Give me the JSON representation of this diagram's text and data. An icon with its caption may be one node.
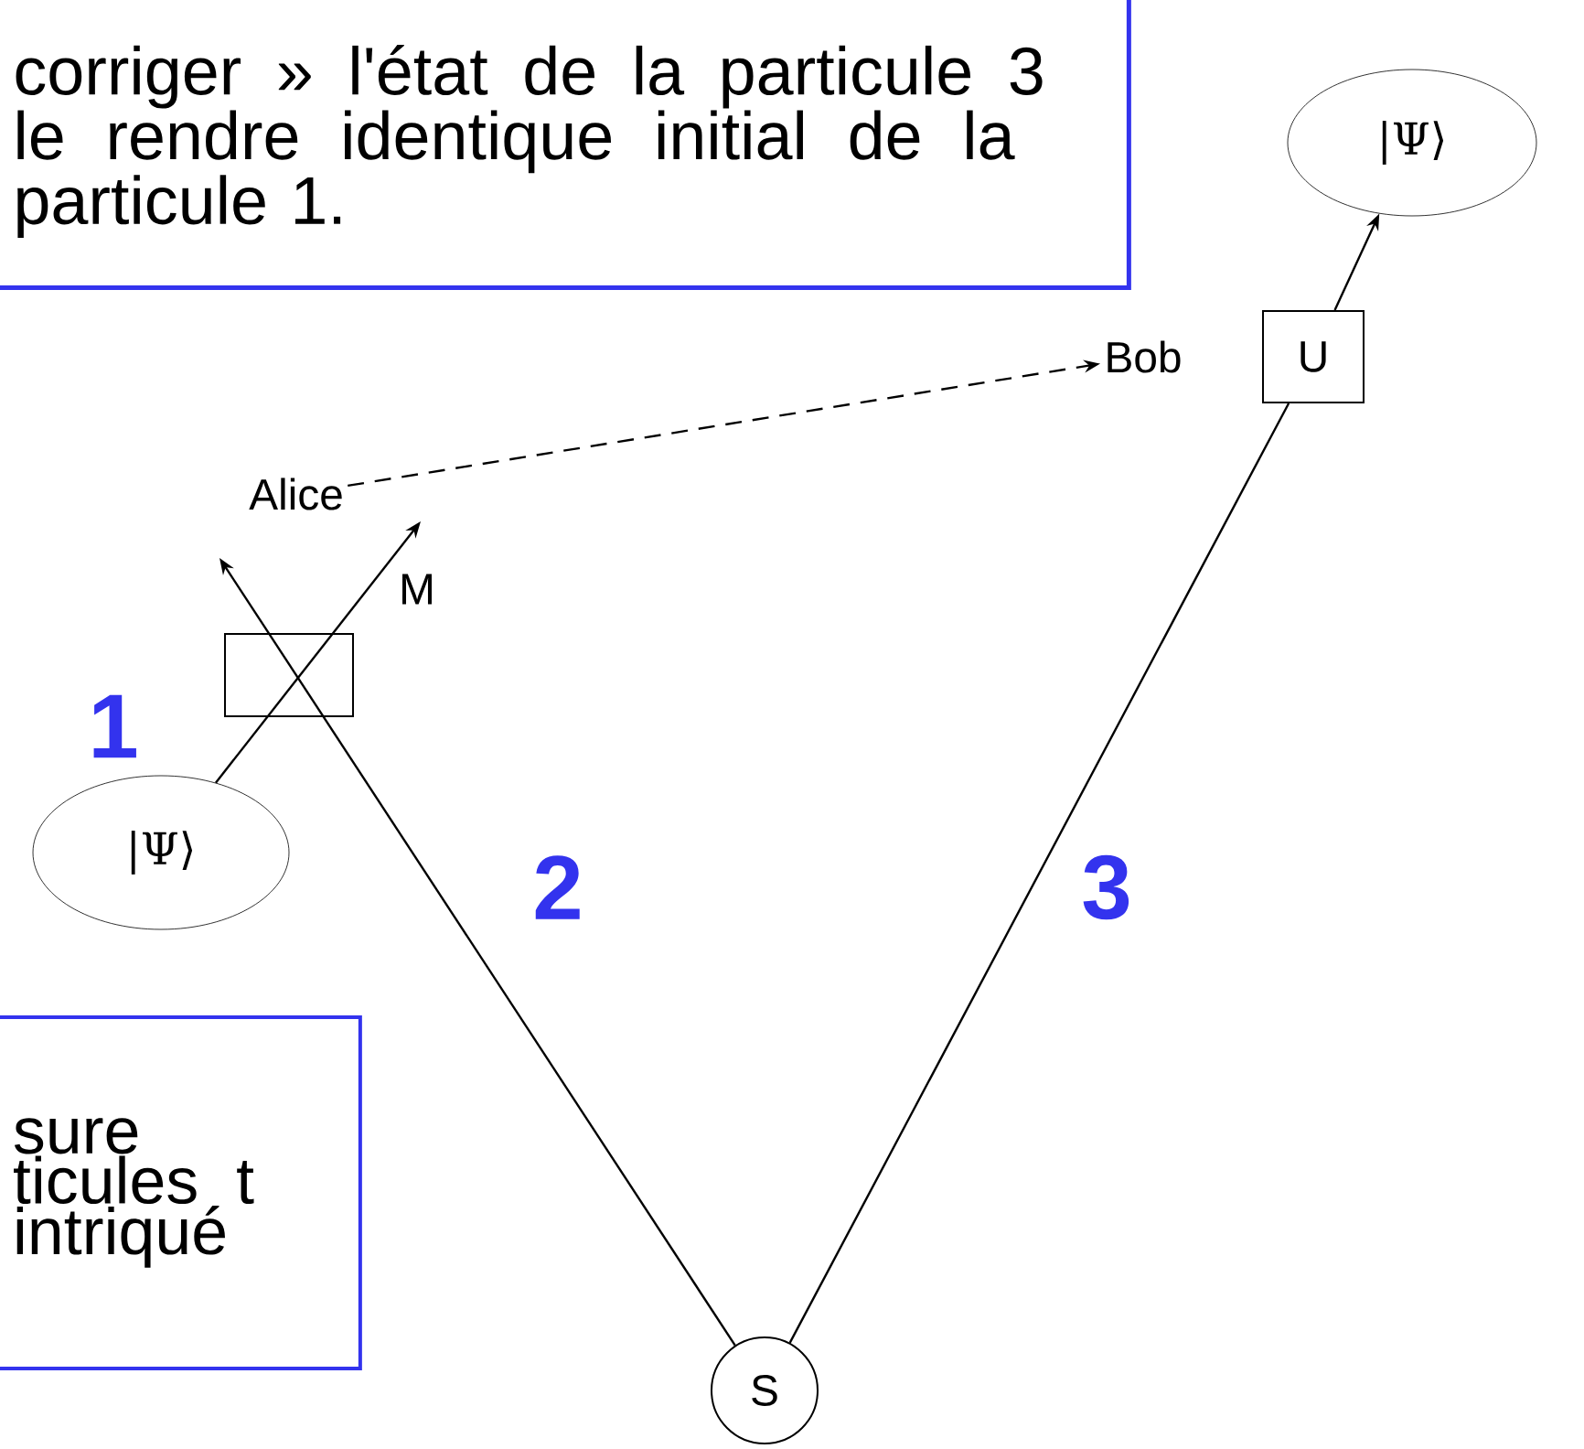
{
  "diagram": {
    "nodes": [
      {
        "text": [
          "corriger » l'état de la particule 3 le rendre identique initial de la particule 1."
        ]
      },
      {
        "text": [
          "|Ψ⟩"
        ]
      },
      {
        "text": [
          "Bob"
        ]
      },
      {
        "text": [
          "U"
        ]
      },
      {
        "text": [
          "Alice"
        ]
      },
      {
        "text": [],
        "shape": "box"
      },
      {
        "text": [
          "|Ψ⟩"
        ]
      },
      {
        "text": [
          "sure ticules t intriqué"
        ]
      },
      {
        "text": [
          "S"
        ]
      }
    ],
    "edges": [
      {
        "from": 3,
        "to": 1,
        "arrow": "to"
      },
      {
        "from": 8,
        "to": 3,
        "arrow": "none"
      },
      {
        "from": 4,
        "to": 2,
        "arrow": "to",
        "style": "dashed"
      },
      {
        "from": 6,
        "to": null,
        "arrow": "to"
      },
      {
        "from": 8,
        "to": null,
        "arrow": "to"
      }
    ],
    "labels": [
      "M",
      "1",
      "2",
      "3"
    ]
  }
}
